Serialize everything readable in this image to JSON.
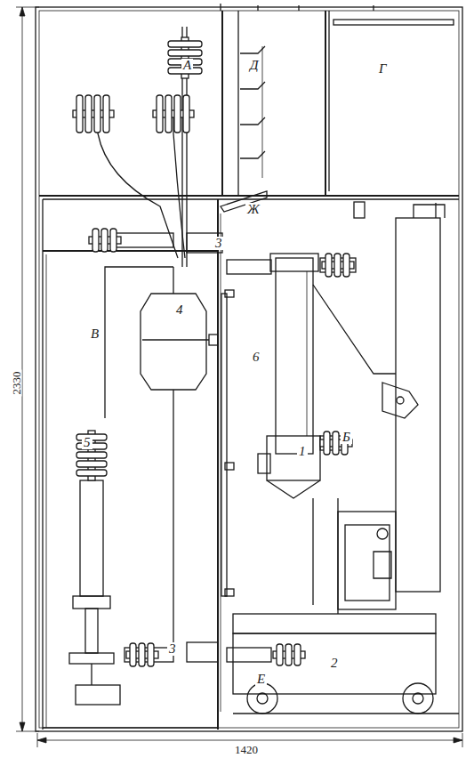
{
  "diagram": {
    "labels": [
      "2330",
      "А",
      "Д",
      "Г",
      "Ж",
      "3",
      "6",
      "В",
      "4",
      "1",
      "Б",
      "5",
      "3",
      "2",
      "Е",
      "1420"
    ]
  }
}
